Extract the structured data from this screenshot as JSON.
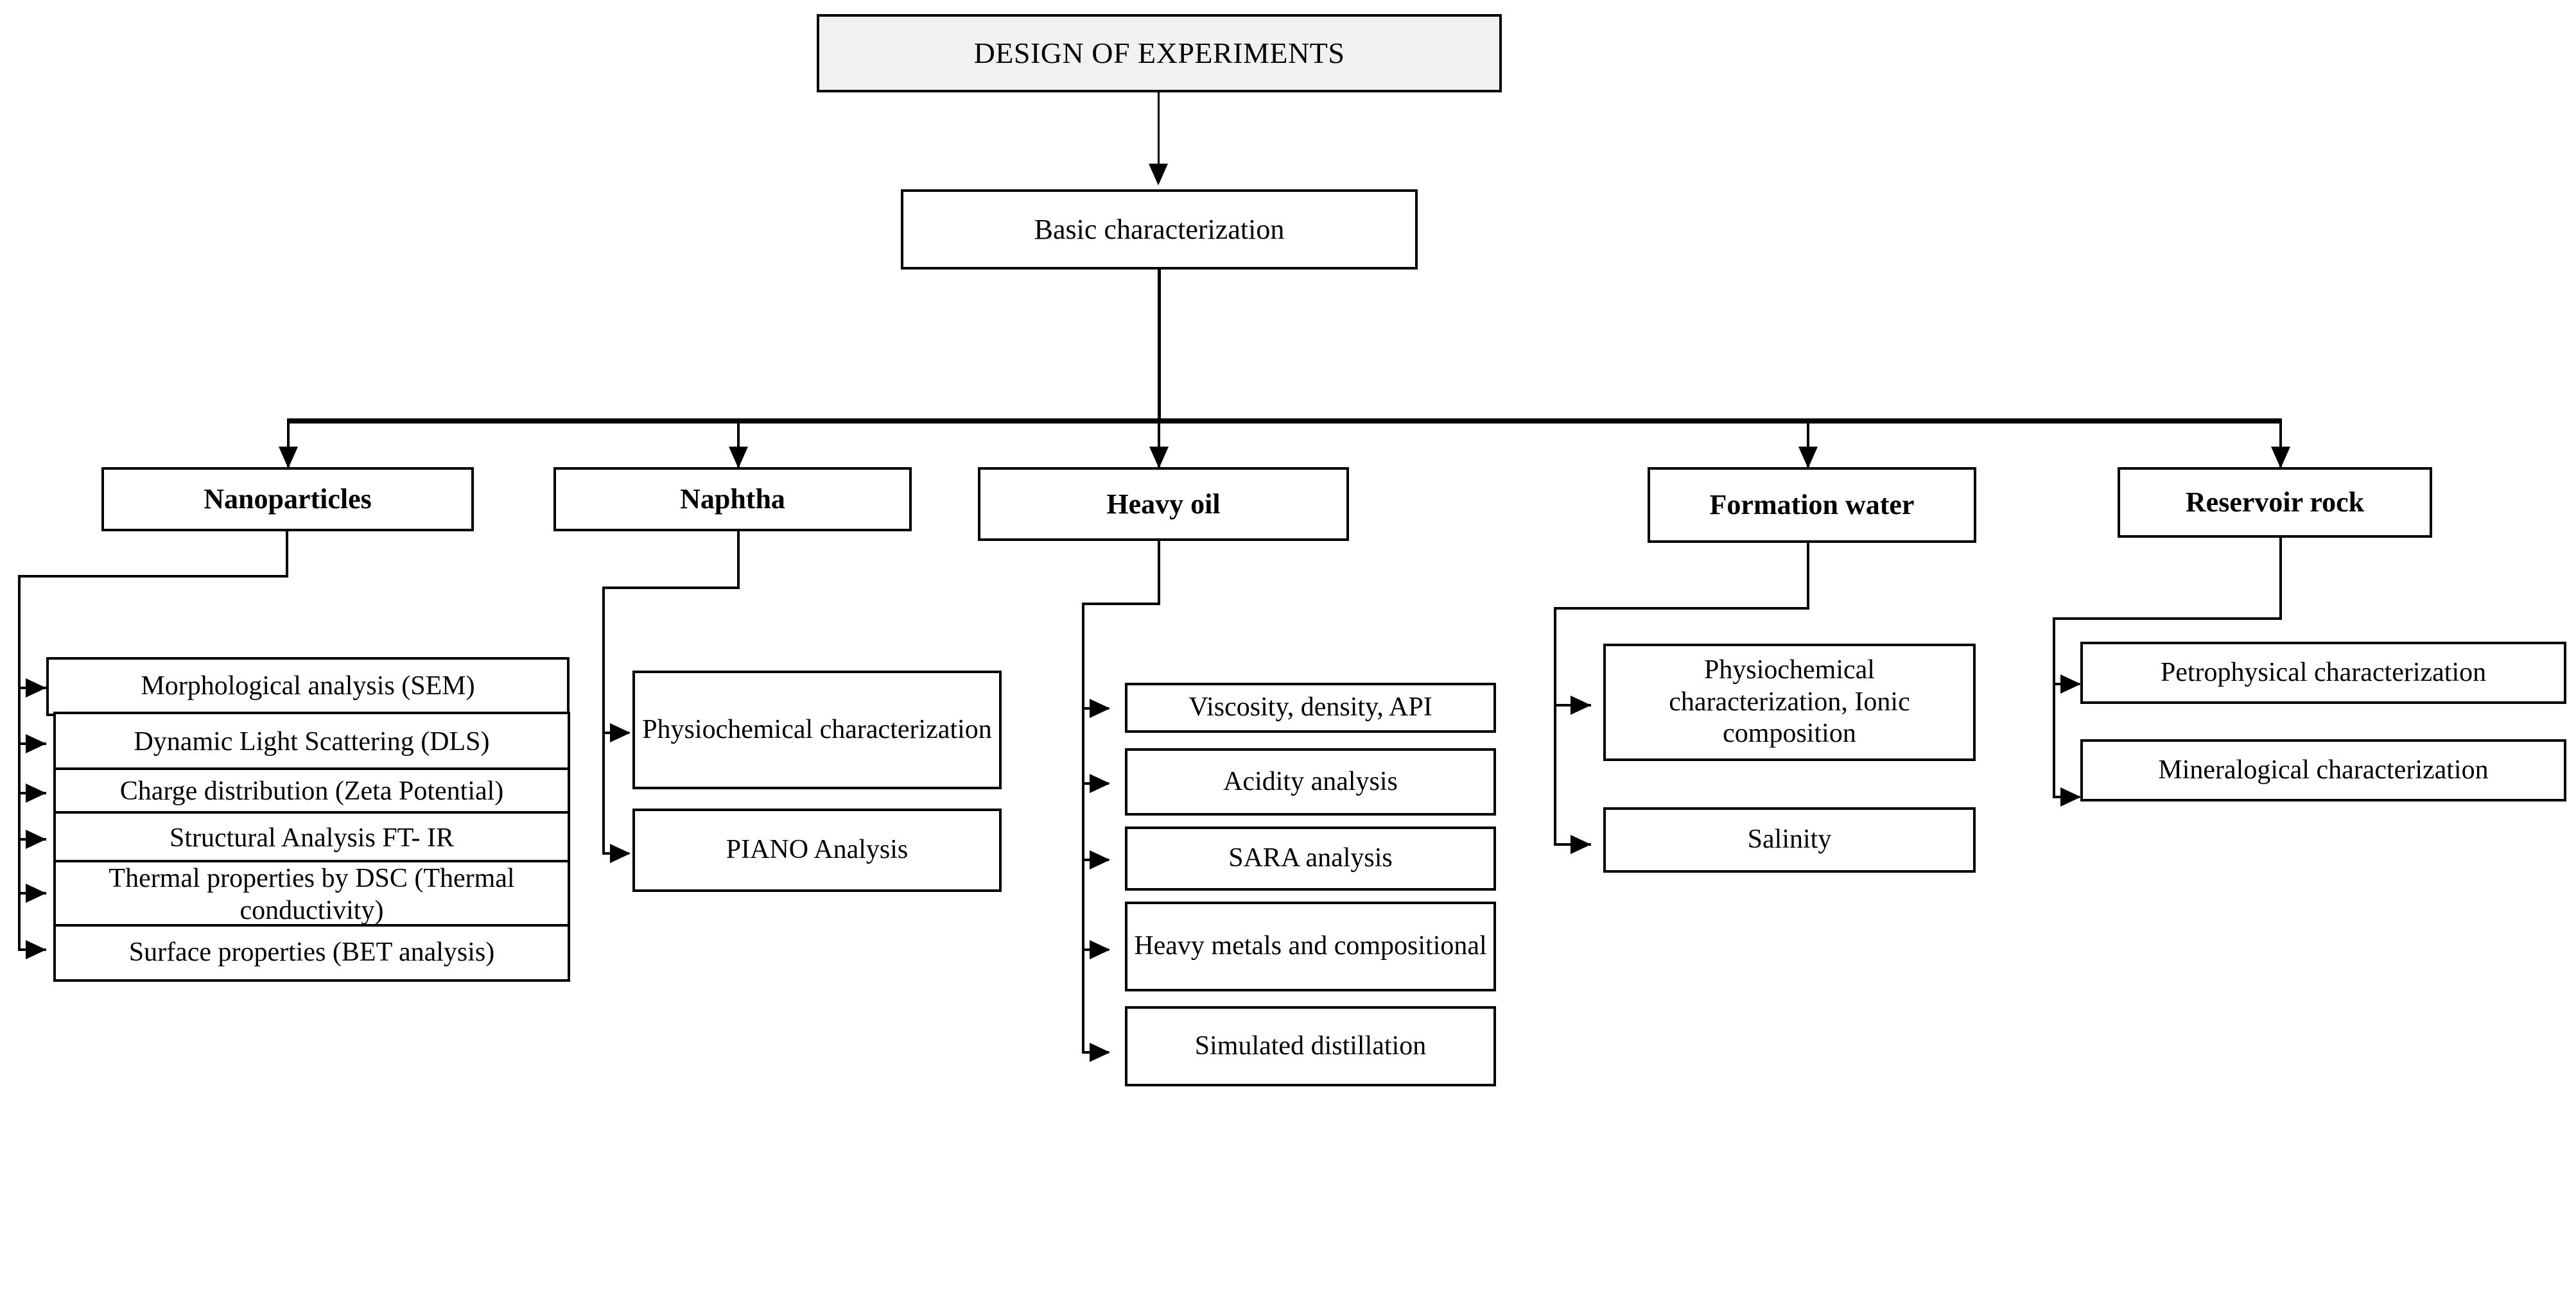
{
  "diagram": {
    "root": {
      "label": "DESIGN OF EXPERIMENTS"
    },
    "level1": {
      "label": "Basic characterization"
    },
    "categories": [
      {
        "label": "Nanoparticles"
      },
      {
        "label": "Naphtha"
      },
      {
        "label": "Heavy oil"
      },
      {
        "label": "Formation water"
      },
      {
        "label": "Reservoir rock"
      }
    ],
    "nanoparticles_items": [
      {
        "label": "Morphological analysis (SEM)"
      },
      {
        "label": "Dynamic Light Scattering (DLS)"
      },
      {
        "label": "Charge distribution (Zeta Potential)"
      },
      {
        "label": "Structural Analysis FT- IR"
      },
      {
        "label": "Thermal properties by DSC (Thermal conductivity)"
      },
      {
        "label": "Surface properties (BET analysis)"
      }
    ],
    "naphtha_items": [
      {
        "label": "Physiochemical characterization"
      },
      {
        "label": "PIANO Analysis"
      }
    ],
    "heavy_oil_items": [
      {
        "label": "Viscosity, density, API"
      },
      {
        "label": "Acidity analysis"
      },
      {
        "label": "SARA analysis"
      },
      {
        "label": "Heavy metals and compositional"
      },
      {
        "label": "Simulated distillation"
      }
    ],
    "formation_water_items": [
      {
        "label": "Physiochemical characterization, Ionic composition"
      },
      {
        "label": "Salinity"
      }
    ],
    "reservoir_rock_items": [
      {
        "label": "Petrophysical characterization"
      },
      {
        "label": "Mineralogical characterization"
      }
    ],
    "colors": {
      "root_fill": "#f1f1f1",
      "box_fill": "#ffffff",
      "stroke": "#000000",
      "background": "#ffffff"
    }
  }
}
